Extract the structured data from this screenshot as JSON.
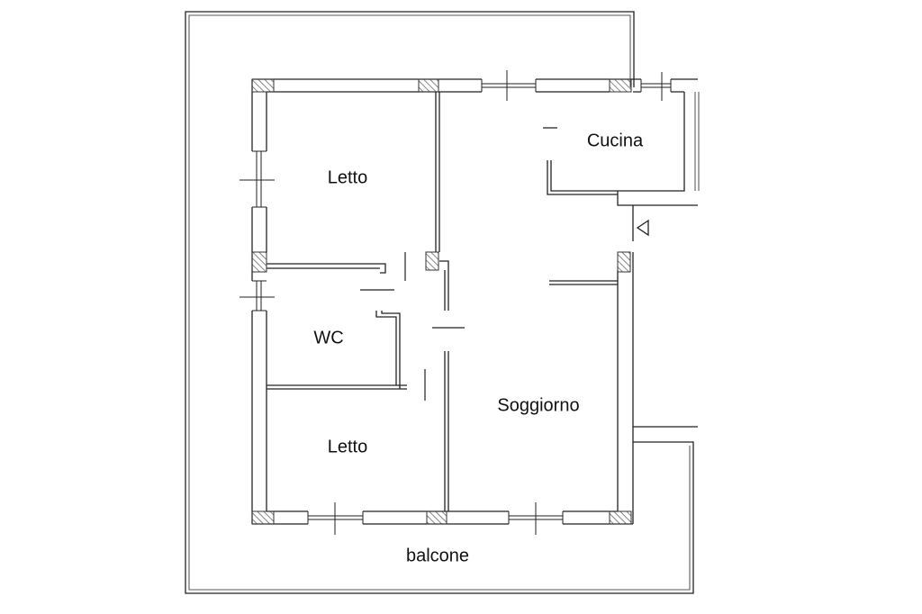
{
  "rooms": {
    "letto_top": "Letto",
    "cucina": "Cucina",
    "wc": "WC",
    "soggiorno": "Soggiorno",
    "letto_bottom": "Letto",
    "balcone": "balcone"
  },
  "colors": {
    "line": "#222222",
    "hatch": "#555555",
    "background": "#ffffff"
  },
  "icons": [
    "entrance-triangle-icon",
    "column-hatch",
    "window-symbol"
  ]
}
